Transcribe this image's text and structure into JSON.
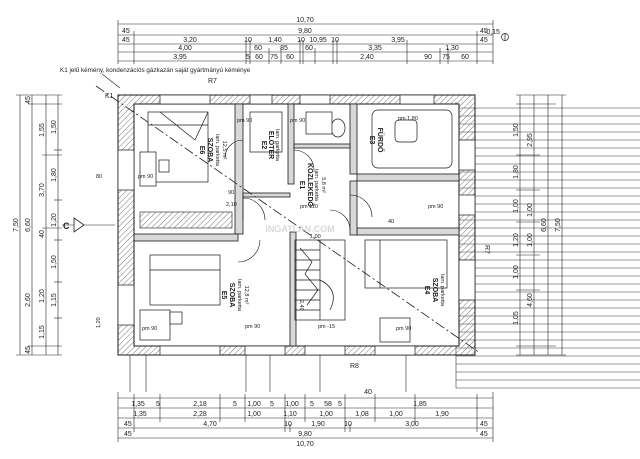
{
  "note": "K1 jelű kémény, kondenzációs gázkazán saját gyártmányú kéménye",
  "elevation": "-0,15",
  "top_dims": {
    "r1": [
      "10,70"
    ],
    "r2": [
      "45",
      "9,80",
      "45"
    ],
    "r3": [
      "45",
      "3,20",
      "10",
      "1,40",
      "10",
      "10,95",
      "10",
      "3,95",
      "45"
    ],
    "r4": [
      "4,00",
      "60",
      "85",
      "60",
      "3,35",
      "1,30"
    ],
    "r5": [
      "3,95",
      "5",
      "60",
      "75",
      "60",
      "2,40",
      "90",
      "75",
      "60"
    ]
  },
  "bottom_dims": {
    "r1": [
      "40"
    ],
    "r2": [
      "1,35",
      "5",
      "2,18",
      "5",
      "1,00",
      "5",
      "1,00",
      "5",
      "58",
      "5",
      "1,85"
    ],
    "r3": [
      "1,35",
      "2,28",
      "1,00",
      "1,10",
      "1,00",
      "1,08",
      "1,00",
      "1,90"
    ],
    "r4": [
      "45",
      "4,70",
      "10",
      "1,90",
      "10",
      "3,00",
      "45"
    ],
    "r5": [
      "45",
      "9,80",
      "45"
    ],
    "r6": [
      "10,70"
    ]
  },
  "left_dims": {
    "c1": [
      "45",
      "1,50",
      "1,80",
      "1,20",
      "1,50",
      "1,15",
      "45"
    ],
    "c2": [
      "45",
      "1,55",
      "3,70",
      "40",
      "1,20",
      "1,15",
      "45"
    ],
    "c3": [
      "45",
      "6,60",
      "2,60",
      "45"
    ],
    "c4": [
      "7,50"
    ]
  },
  "right_dims": {
    "c1": [
      "45",
      "1,50",
      "1,80",
      "1,00",
      "1,20",
      "1,00",
      "1,05",
      "45"
    ],
    "c2": [
      "45",
      "2,95",
      "10",
      "1,00",
      "10",
      "1,00",
      "4,60",
      "45"
    ],
    "c3": [
      "45",
      "6,60",
      "45"
    ],
    "c4": [
      "7,50"
    ]
  },
  "rooms": [
    {
      "id": "E6",
      "name": "SZOBA",
      "floor": "lam. parketta",
      "area": "12,5 m²"
    },
    {
      "id": "E2",
      "name": "ELŐTÉR",
      "floor": "lam. parketta",
      "area": ""
    },
    {
      "id": "E1",
      "name": "KÖZLEKEDŐ",
      "floor": "lam. parketta",
      "area": "5,8 m²"
    },
    {
      "id": "E3",
      "name": "FÜRDŐ",
      "floor": "",
      "area": ""
    },
    {
      "id": "E5",
      "name": "SZOBA",
      "floor": "lam. parketta",
      "area": "12,8 m²"
    },
    {
      "id": "E4",
      "name": "SZOBA",
      "floor": "lam. parketta",
      "area": ""
    }
  ],
  "labels": {
    "r7_a": "R7",
    "r7_b": "R7",
    "r8": "R8",
    "pm90_a": "pm 90",
    "pm90_b": "pm 90",
    "pm90_c": "pm 90",
    "pm90_d": "pm 90",
    "pm90_e": "pm 90",
    "pm90_f": "pm 90",
    "pm90_g": "pm 90",
    "pm110": "pm 110",
    "pm180": "pm 1,80",
    "pm15": "pm -15",
    "k1": "K1",
    "d80": "80",
    "d90": "90",
    "d210": "2,10",
    "d240": "2,40",
    "d100": "1,00",
    "d40": "40",
    "d120": "1,20",
    "watermark": "INGATLAN.COM"
  },
  "colors": {
    "line": "#1a1a1a",
    "wall": "#555555",
    "hatch": "#888888"
  }
}
